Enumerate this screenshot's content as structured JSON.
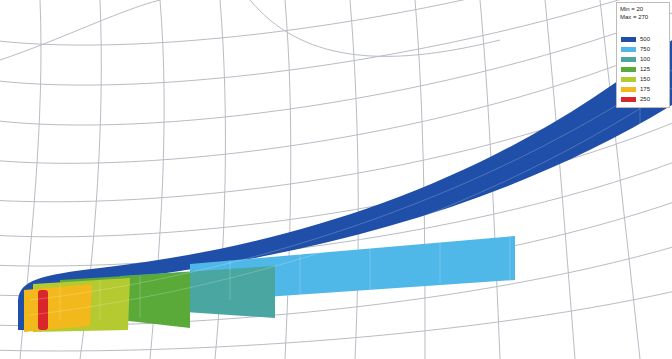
{
  "diagram": {
    "labels": [
      "Min = 20",
      "Max = 270"
    ],
    "legend": [
      {
        "text": "500",
        "color": "#1f4fa8"
      },
      {
        "text": "750",
        "color": "#4fb8e8"
      },
      {
        "text": "100",
        "color": "#4aa6a0"
      },
      {
        "text": "125",
        "color": "#5aaa3a"
      },
      {
        "text": "150",
        "color": "#b5c930"
      },
      {
        "text": "175",
        "color": "#f2b81c"
      },
      {
        "text": "250",
        "color": "#d9262a"
      }
    ]
  }
}
